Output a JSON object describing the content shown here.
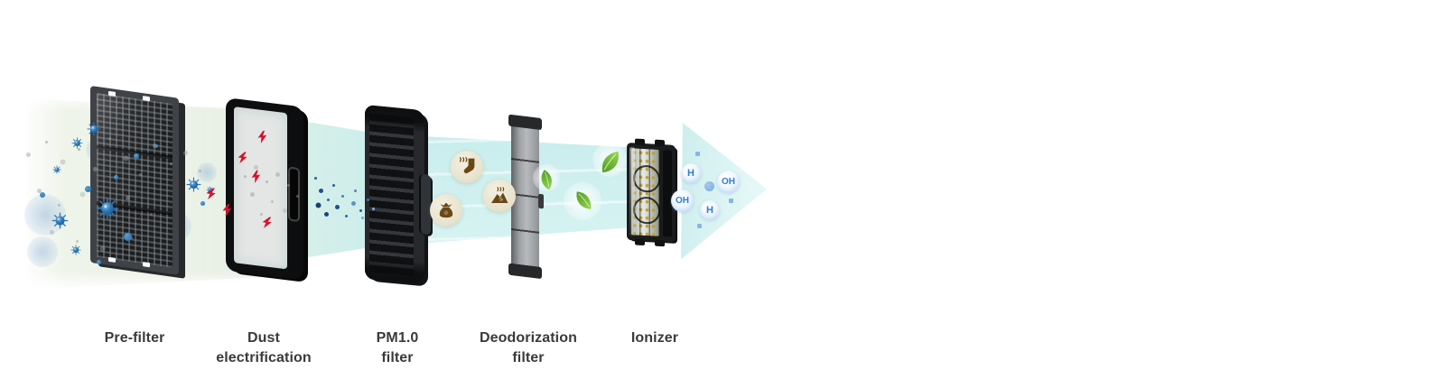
{
  "diagram": {
    "stages": [
      {
        "id": "pre-filter",
        "label": "Pre-filter"
      },
      {
        "id": "dust-electrification",
        "label": "Dust\nelectrification"
      },
      {
        "id": "pm1-0-filter",
        "label": "PM1.0\nfilter"
      },
      {
        "id": "deodorization-filter",
        "label": "Deodorization\nfilter"
      },
      {
        "id": "ionizer",
        "label": "Ionizer"
      }
    ],
    "ions": {
      "bubbles": [
        {
          "label": "H"
        },
        {
          "label": "OH"
        },
        {
          "label": "OH"
        },
        {
          "label": "H"
        }
      ]
    },
    "icons": [
      "virus-icon",
      "dust-speck-icon",
      "lightning-bolt-icon",
      "sock-odor-icon",
      "garbage-bag-odor-icon",
      "food-waste-odor-icon",
      "leaf-icon",
      "ion-bubble-icon",
      "airflow-arrow-icon"
    ],
    "colors": {
      "background": "#ffffff",
      "beam_pale_green": "#e9f1e4",
      "beam_cyan": "#c7ecec",
      "arrow_cyan": "#d8f3f2",
      "virus_blue": "#2f7ab8",
      "bolt_red": "#d6112e",
      "odor_circle_cream": "#eae5d1",
      "odor_icon_brown": "#6b4716",
      "leaf_green": "#6cbb33",
      "ion_text_blue": "#2e7cd6",
      "label_text": "#3a3a3a"
    }
  }
}
